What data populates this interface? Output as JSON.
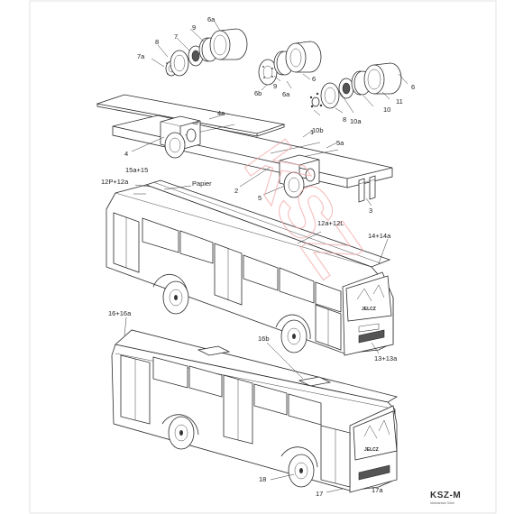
{
  "labels": {
    "l6a_top": "6a",
    "l9_top": "9",
    "l7": "7",
    "l8_top": "8",
    "l7a": "7a",
    "l6b": "6b",
    "l6a_mid": "6a",
    "l9_mid": "9",
    "l6_mid": "6",
    "l8_mid": "8",
    "l10a": "10a",
    "l10b": "10b",
    "l10": "10",
    "l11": "11",
    "l6_right": "6",
    "l4a": "4a",
    "l1": "1",
    "l5a": "5a",
    "l4": "4",
    "l2": "2",
    "l5": "5",
    "l3": "3",
    "l15": "15a+15",
    "l12p": "12P+12a",
    "papier": "Papier",
    "l12a": "12a+12L",
    "l14": "14+14a",
    "l13": "13+13a",
    "l16": "16+16a",
    "l16b": "16b",
    "l18": "18",
    "l17": "17",
    "l17a": "17a"
  },
  "plate_text": "JELCZ",
  "watermark": "KSZ",
  "brand": {
    "logo": "KSZ-M",
    "tagline": "Modelarstwo Szkół"
  },
  "colors": {
    "line": "#2a2a2a",
    "watermark": "#f2a4a4",
    "background": "#ffffff"
  }
}
